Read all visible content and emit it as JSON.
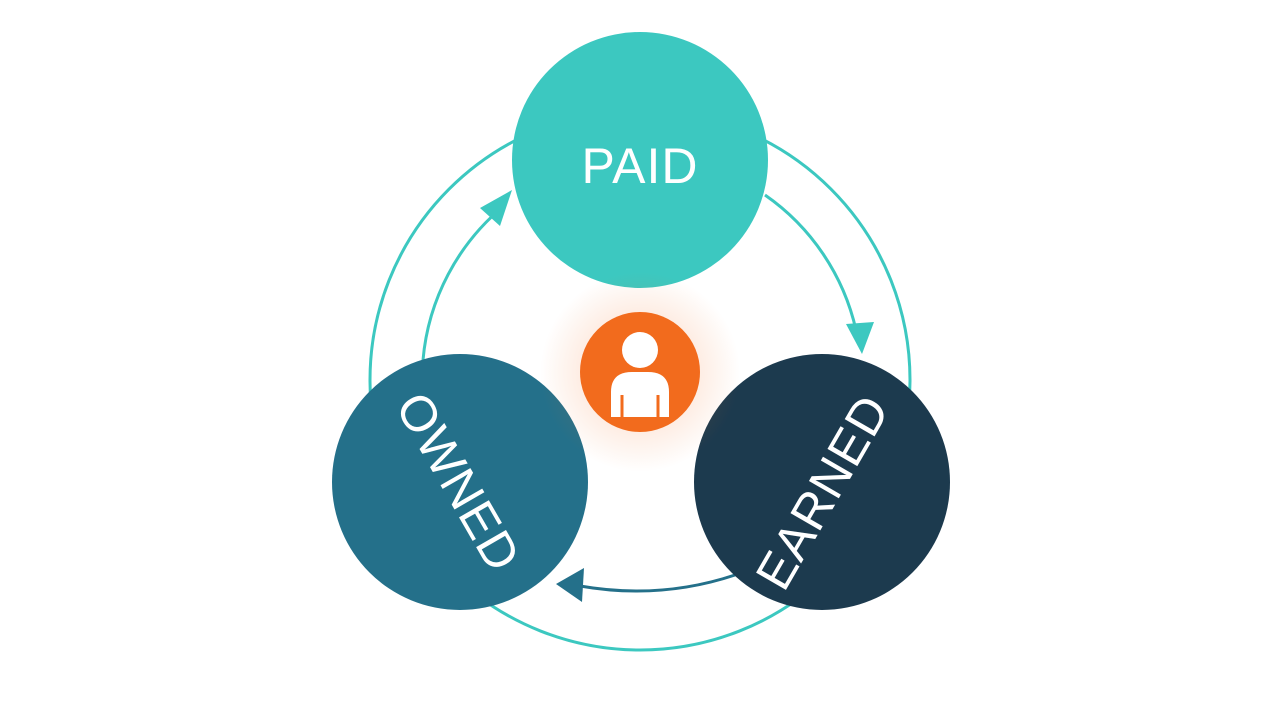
{
  "nodes": {
    "paid": {
      "label": "PAID",
      "color": "#3CC8C0"
    },
    "owned": {
      "label": "OWNED",
      "color": "#24708A"
    },
    "earned": {
      "label": "EARNED",
      "color": "#1C3A4E"
    }
  },
  "center": {
    "icon": "person-icon",
    "color": "#F26B1D"
  },
  "colors": {
    "outer_ring": "#3CC8C0",
    "inner_arrows": "#3CC8C0",
    "bottom_arrow": "#24708A",
    "background": "#FFFFFF"
  },
  "flow": [
    "paid",
    "earned",
    "owned"
  ]
}
